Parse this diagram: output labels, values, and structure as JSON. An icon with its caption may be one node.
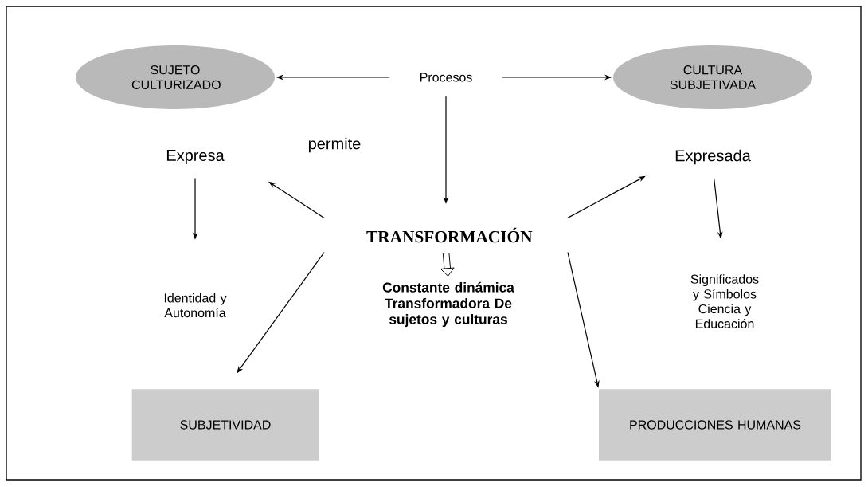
{
  "diagram": {
    "nodes": [
      {
        "text": [
          "SUJETO CULTURIZADO"
        ]
      },
      {
        "text": [
          "Procesos"
        ]
      },
      {
        "text": [
          "CULTURA SUBJETIVADA"
        ]
      },
      {
        "text": [
          "Expresa"
        ]
      },
      {
        "text": [
          "Expresada"
        ]
      },
      {
        "text": [
          "TRANSFORMACIÓN"
        ]
      },
      {
        "text": [
          "Constante dinámica Transformadora De sujetos y culturas"
        ]
      },
      {
        "text": [
          "Identidad y Autonomía"
        ]
      },
      {
        "text": [
          "SUBJETIVIDAD"
        ]
      },
      {
        "text": [
          "Significados y Símbolos Ciencia y Educación"
        ]
      },
      {
        "text": [
          "PRODUCCIONES HUMANAS"
        ]
      }
    ],
    "edges": [
      {
        "from": 1,
        "to": 0,
        "arrow": "to"
      },
      {
        "from": 1,
        "to": 2,
        "arrow": "to"
      },
      {
        "from": 1,
        "to": 5,
        "arrow": "to"
      },
      {
        "from": 5,
        "to": 3,
        "arrow": "to"
      },
      {
        "from": 5,
        "to": 4,
        "arrow": "to"
      },
      {
        "from": 3,
        "to": 7,
        "arrow": "to"
      },
      {
        "from": 4,
        "to": 9,
        "arrow": "to"
      },
      {
        "from": 5,
        "to": 8,
        "arrow": "to"
      },
      {
        "from": 5,
        "to": 10,
        "arrow": "to"
      },
      {
        "from": 5,
        "to": 6,
        "arrow": "to",
        "style": "thick"
      }
    ],
    "labels": [
      "permite"
    ]
  }
}
